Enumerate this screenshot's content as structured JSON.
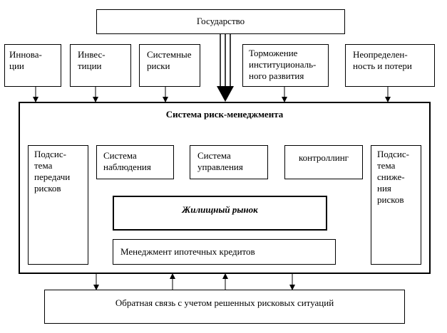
{
  "top": {
    "state": "Государство"
  },
  "factors": {
    "innovations": "Иннова-\nции",
    "investments": "Инвес-\nтиции",
    "systemic_risks": "Системные\nриски",
    "institutional_braking": "Торможение\nинституциональ-\nного развития",
    "uncertainty": "Неопределен-\nность и потери"
  },
  "system": {
    "title": "Система риск-менеджмента",
    "transfer_subsystem": "Подсис-\nтема\nпередачи\nрисков",
    "observation_system": "Система\nнаблюдения",
    "management_system": "Система\nуправления",
    "controlling": "контроллинг",
    "reduction_subsystem": "Подсис-\nтема\nсниже-\nния\nрисков",
    "housing_market": "Жилищный рынок",
    "mortgage_management": "Менеджмент ипотечных кредитов"
  },
  "feedback": {
    "label": "Обратная связь с учетом решенных рисковых ситуаций"
  }
}
